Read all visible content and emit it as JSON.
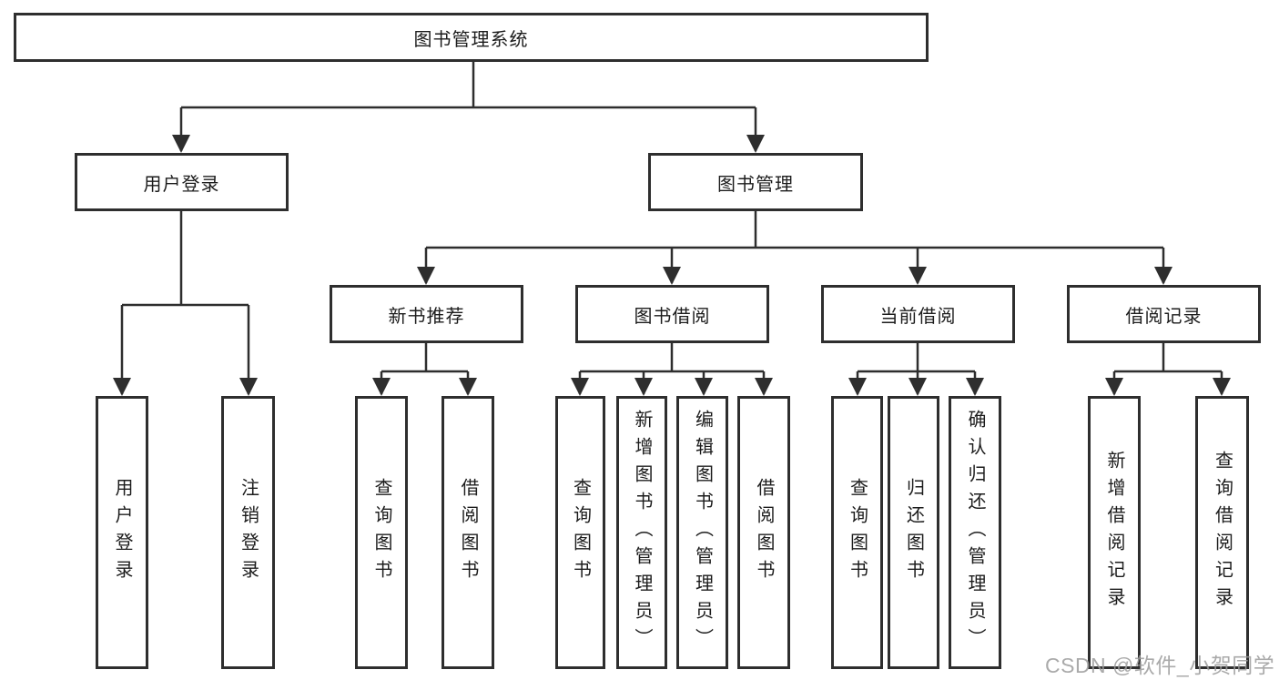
{
  "diagram": {
    "root": {
      "label": "图书管理系统"
    },
    "level2": {
      "user_login": {
        "label": "用户登录"
      },
      "book_mgmt": {
        "label": "图书管理"
      }
    },
    "level3": {
      "new_book": {
        "label": "新书推荐"
      },
      "borrow": {
        "label": "图书借阅"
      },
      "current": {
        "label": "当前借阅"
      },
      "records": {
        "label": "借阅记录"
      }
    },
    "leaves": {
      "user_login": [
        "用户登录",
        "注销登录"
      ],
      "new_book": [
        "查询图书",
        "借阅图书"
      ],
      "borrow": [
        "查询图书",
        "新增图书（管理员）",
        "编辑图书（管理员）",
        "借阅图书"
      ],
      "current": [
        "查询图书",
        "归还图书",
        "确认归还（管理员）"
      ],
      "records": [
        "新增借阅记录",
        "查询借阅记录"
      ]
    },
    "watermark": "CSDN @软件_小贺同学",
    "colors": {
      "line": "#2e2e2e",
      "text": "#1c1c1c",
      "watermark": "#9c9c9c",
      "background": "#ffffff"
    }
  }
}
